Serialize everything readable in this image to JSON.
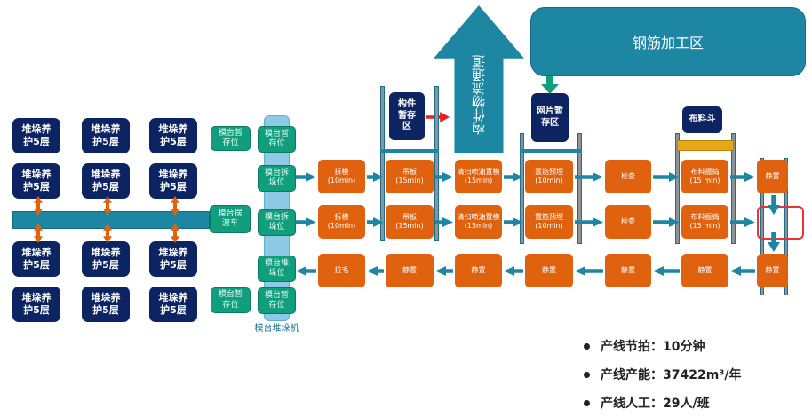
{
  "curing_label": "堆垛养护5层",
  "curing_rows": [
    [
      "堆垛养护5层",
      "堆垛养护5层",
      "堆垛养护5层"
    ],
    [
      "堆垛养护5层",
      "堆垛养护5层",
      "堆垛养护5层"
    ],
    [
      "堆垛养护5层",
      "堆垛养护5层",
      "堆垛养护5层"
    ],
    [
      "堆垛养护5层",
      "堆垛养护5层",
      "堆垛养护5层"
    ]
  ],
  "ferry": "模台摆渡车",
  "left_buffers": [
    "模台暂存位",
    "模台暂存位"
  ],
  "stacker": {
    "label": "模台堆垛机",
    "positions": [
      "模台暂存位",
      "模台拆垛位",
      "模台拆垛位",
      "模台堆垛位",
      "模台暂存位"
    ]
  },
  "row1": [
    {
      "t": "拆模",
      "s": "(10min)"
    },
    {
      "t": "吊板",
      "s": "(15min)"
    },
    {
      "t": "清扫喷油置模",
      "s": "(15min)"
    },
    {
      "t": "置筋预埋",
      "s": "(10min)"
    },
    {
      "t": "检查",
      "s": ""
    },
    {
      "t": "布料振捣",
      "s": "(15 min)"
    },
    {
      "t": "静置",
      "s": ""
    }
  ],
  "row2": [
    {
      "t": "拆模",
      "s": "(10min)"
    },
    {
      "t": "吊板",
      "s": "(15min)"
    },
    {
      "t": "清扫喷油置模",
      "s": "(15min)"
    },
    {
      "t": "置筋预埋",
      "s": "(10min)"
    },
    {
      "t": "检查",
      "s": ""
    },
    {
      "t": "布料振捣",
      "s": "(15 min)"
    }
  ],
  "row3": [
    "拉毛",
    "静置",
    "静置",
    "静置",
    "静置",
    "静置",
    "静置"
  ],
  "component_buffer": "构件暂存区",
  "logistics_channel": "构件物流通道",
  "mesh_buffer": "网片暂存区",
  "rebar_area": "钢筋加工区",
  "hopper": "布料斗",
  "stats": [
    "产线节拍：10分钟",
    "产线产能：37422m³/年",
    "产线人工：29人/班"
  ],
  "colors": {
    "navy": "#0c2461",
    "teal": "#1c86a3",
    "orange": "#e0620f",
    "green": "#109e7c",
    "yellow": "#e6a817",
    "red": "#e8323c"
  }
}
